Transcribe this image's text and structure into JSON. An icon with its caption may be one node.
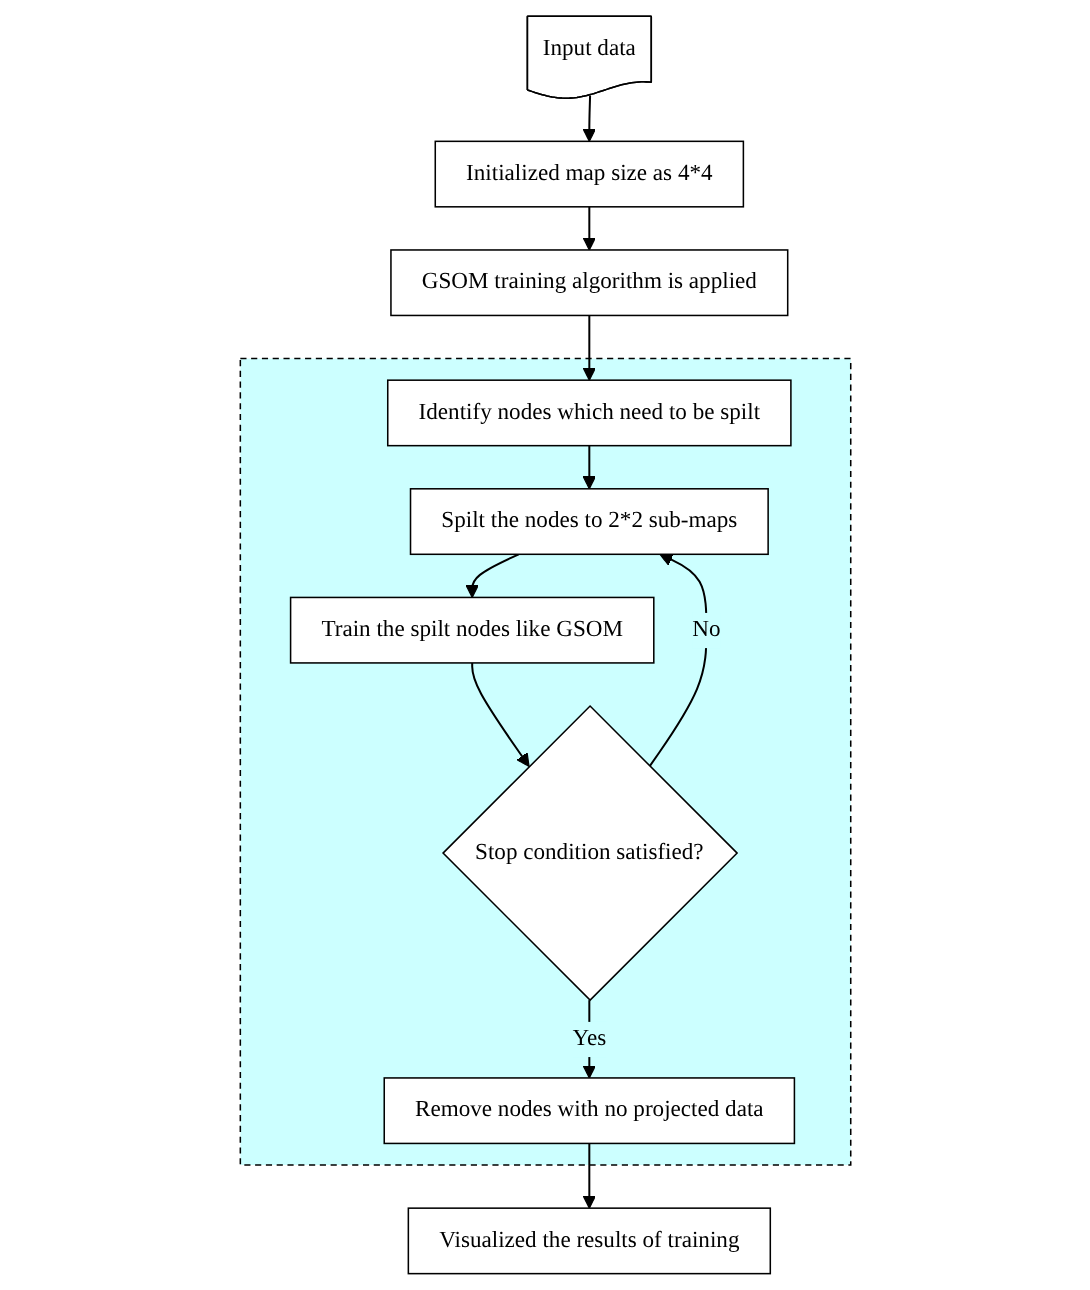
{
  "diagram": {
    "nodes": [
      {
        "text": [
          "Input data"
        ]
      },
      {
        "text": [
          "Initialized map size as 4*4"
        ]
      },
      {
        "text": [
          "GSOM training algorithm is applied"
        ]
      },
      {
        "text": [],
        "shape": "box"
      },
      {
        "text": [
          "Identify nodes which need to be spilt"
        ],
        "in": 3
      },
      {
        "text": [
          "Spilt the nodes to 2*2 sub-maps"
        ],
        "in": 3
      },
      {
        "text": [
          "Train the spilt nodes like GSOM"
        ],
        "in": 3
      },
      {
        "text": [
          "Stop condition satisfied?"
        ],
        "in": 3
      },
      {
        "text": [
          "Remove nodes with no projected data"
        ],
        "in": 3
      },
      {
        "text": [
          "Visualized the results of training"
        ]
      }
    ],
    "edges": [
      {
        "from": 0,
        "to": 1,
        "arrow": "to"
      },
      {
        "from": 1,
        "to": 2,
        "arrow": "to"
      },
      {
        "from": 2,
        "to": 4,
        "arrow": "to"
      },
      {
        "from": 4,
        "to": 5,
        "arrow": "to"
      },
      {
        "from": 5,
        "to": 6,
        "arrow": "to"
      },
      {
        "from": 6,
        "to": 7,
        "arrow": "to"
      },
      {
        "from": 7,
        "to": 5,
        "arrow": "to",
        "label": "No"
      },
      {
        "from": 7,
        "to": 8,
        "arrow": "to",
        "label": "Yes"
      },
      {
        "from": 8,
        "to": 9,
        "arrow": "to"
      }
    ]
  }
}
